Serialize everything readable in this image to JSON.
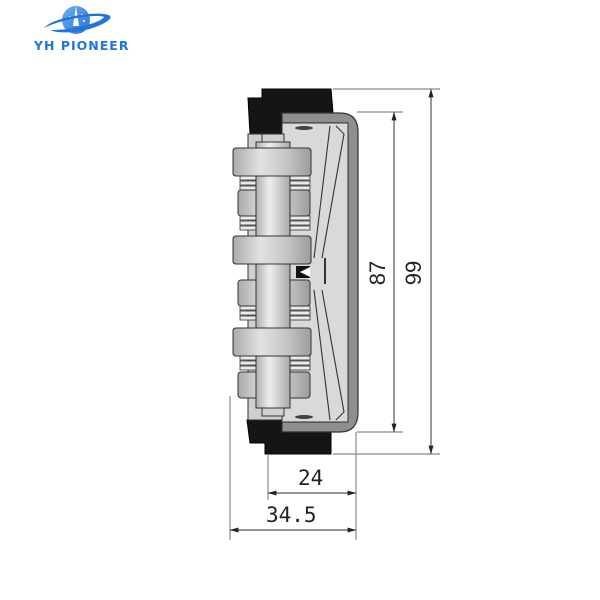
{
  "brand": {
    "name": "YH PIONEER",
    "icon": "planet-rocket-logo-icon",
    "color": "#1f74e0"
  },
  "drawing": {
    "subject": "hinge-side-view",
    "colors": {
      "metal_light": "#d6d6d6",
      "metal_mid": "#bdbdbd",
      "metal_dark": "#8f8f8f",
      "rubber": "#111111",
      "outline": "#333333",
      "dim_line": "#8a8a8a"
    }
  },
  "dimensions": {
    "height_inner": "87",
    "height_outer": "99",
    "width_inner": "24",
    "width_outer": "34.5"
  }
}
